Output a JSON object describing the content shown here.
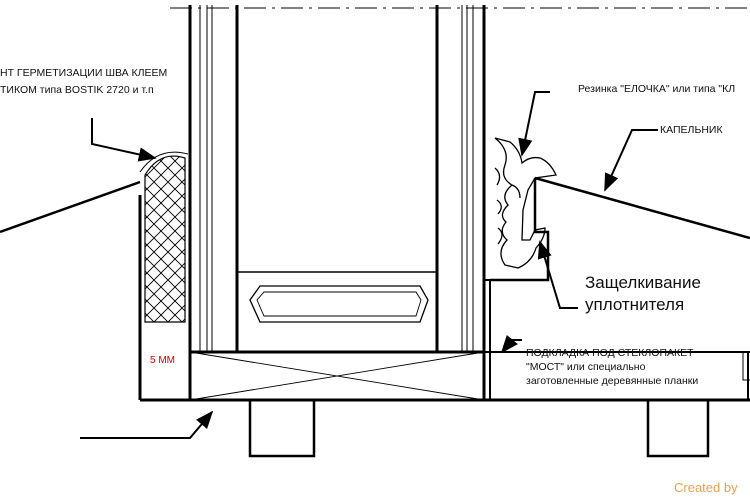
{
  "annotations": {
    "seal_line1": "НТ ГЕРМЕТИЗАЦИИ ШВА КЛЕЕМ",
    "seal_line2": "ТИКОМ типа BOSTIK 2720 и т.п",
    "gasket": "Резинка \"ЕЛОЧКА\" или типа \"КЛ",
    "drip": "КАПЕЛЬНИК",
    "snap_line1": "Защелкивание",
    "snap_line2": "уплотнителя",
    "support_line1": "ПОДКЛАДКА ПОД СТЕКЛОПАКЕТ",
    "support_line2": "\"МОСТ\" или специально",
    "support_line3": "заготовленные деревянные планки",
    "gap": "5 ММ"
  },
  "watermark": "Created by",
  "colors": {
    "line": "#000000",
    "dim_red": "#d40000",
    "watermark": "#e8a050"
  }
}
